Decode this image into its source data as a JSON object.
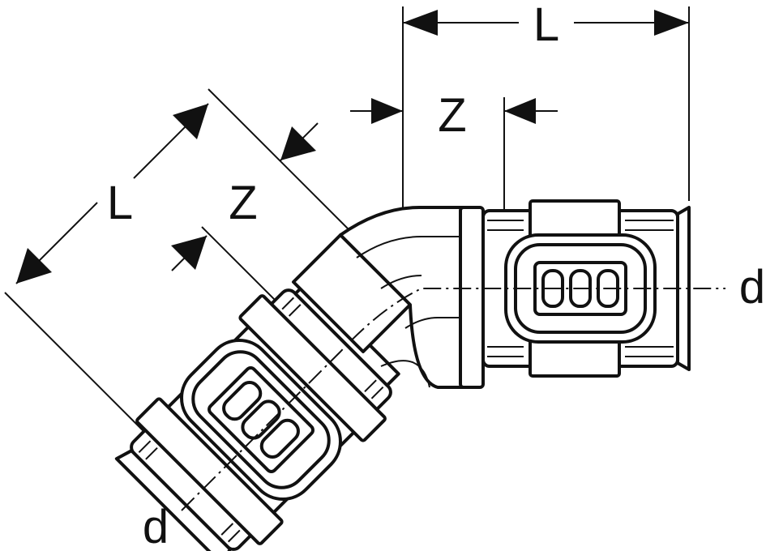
{
  "labels": {
    "length_top": "L",
    "offset_top": "Z",
    "length_left": "L",
    "offset_left": "Z",
    "diameter_right": "d",
    "diameter_bottom": "d"
  },
  "colors": {
    "line": "#111111",
    "background": "#ffffff"
  }
}
